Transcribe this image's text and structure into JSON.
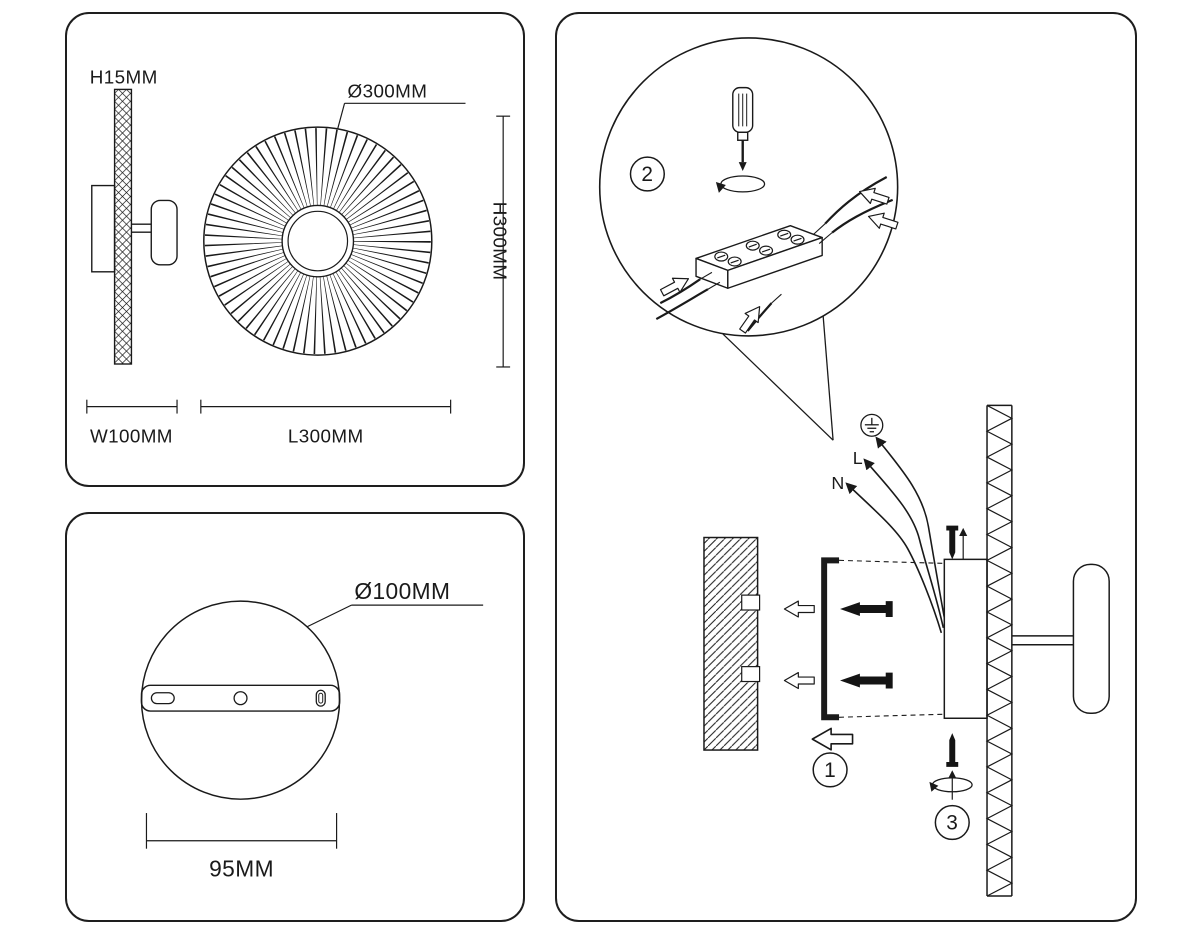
{
  "panels": {
    "dimensions": {
      "thickness": "H15MM",
      "diameter": "Ø300MM",
      "height": "H300MM",
      "width": "W100MM",
      "length": "L300MM"
    },
    "base": {
      "diameter": "Ø100MM",
      "hole_spacing": "95MM"
    },
    "installation": {
      "step_bracket": "1",
      "step_wiring": "2",
      "step_shade": "3",
      "wire_live": "L",
      "wire_neutral": "N"
    }
  },
  "colors": {
    "ink": "#1a1a1a",
    "paper": "#ffffff"
  }
}
